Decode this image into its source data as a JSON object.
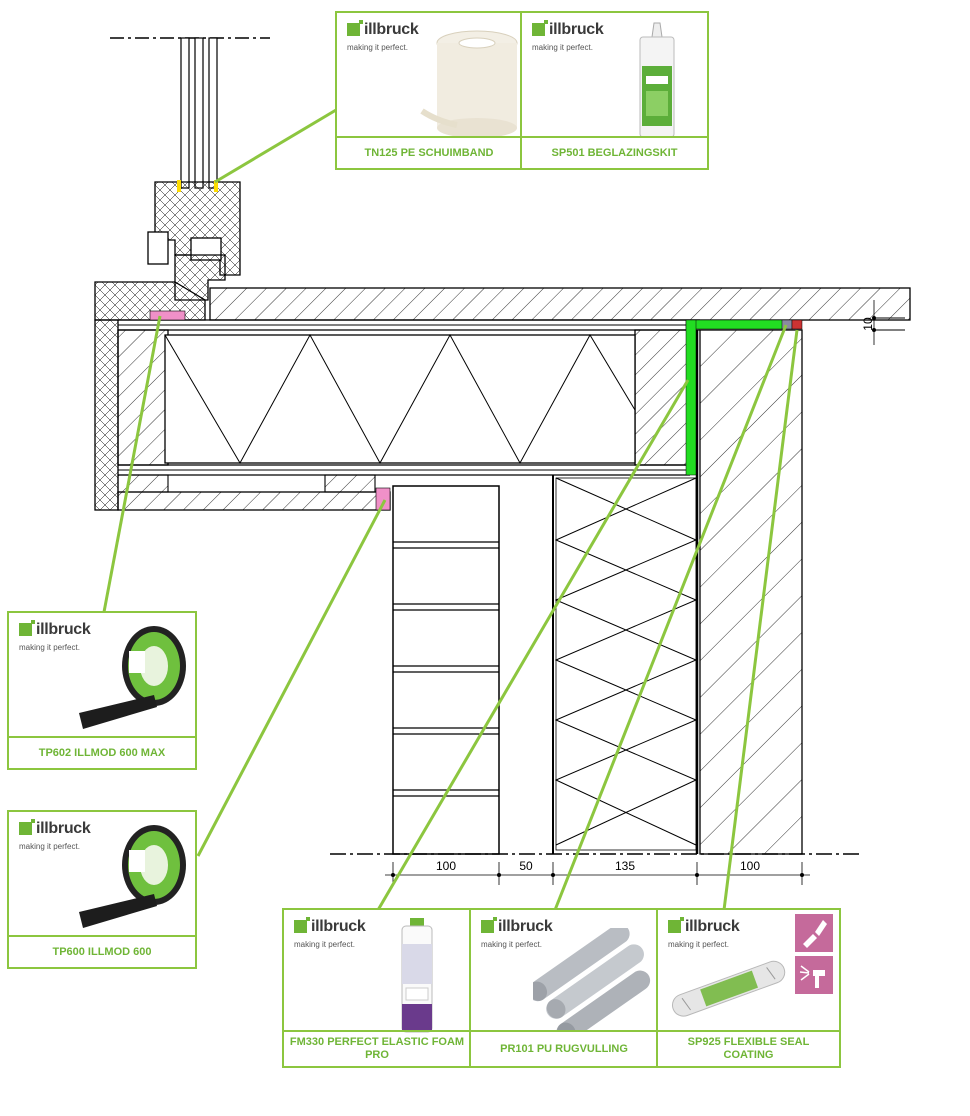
{
  "brand": {
    "name": "illbruck",
    "tagline": "making it perfect."
  },
  "products": {
    "tn125": {
      "label": "TN125 PE SCHUIMBAND"
    },
    "sp501": {
      "label": "SP501 BEGLAZINGSKIT"
    },
    "tp602": {
      "label": "TP602 ILLMOD 600 MAX"
    },
    "tp600": {
      "label": "TP600 ILLMOD 600"
    },
    "fm330": {
      "label": "FM330 PERFECT ELASTIC FOAM PRO"
    },
    "pr101": {
      "label": "PR101 PU RUGVULLING"
    },
    "sp925": {
      "label": "SP925 FLEXIBLE SEAL COATING"
    }
  },
  "dimensions": {
    "bottom": [
      "100",
      "50",
      "135",
      "100"
    ],
    "right_gap": "10"
  },
  "colors": {
    "accent": "#8cc63f",
    "tape_pink": "#f090c8",
    "seal_green": "#22dd22"
  }
}
